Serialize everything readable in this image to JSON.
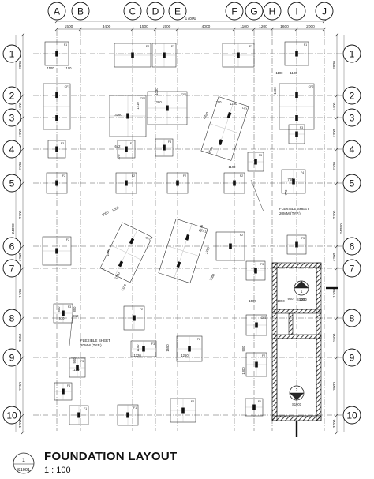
{
  "grid": {
    "cols": [
      {
        "id": "A"
      },
      {
        "id": "B"
      },
      {
        "id": "C"
      },
      {
        "id": "D"
      },
      {
        "id": "E"
      },
      {
        "id": "F"
      },
      {
        "id": "G"
      },
      {
        "id": "H"
      },
      {
        "id": "I"
      },
      {
        "id": "J"
      }
    ],
    "rows": [
      {
        "id": "1"
      },
      {
        "id": "2"
      },
      {
        "id": "3"
      },
      {
        "id": "4"
      },
      {
        "id": "5"
      },
      {
        "id": "6"
      },
      {
        "id": "7"
      },
      {
        "id": "8"
      },
      {
        "id": "9"
      },
      {
        "id": "10"
      }
    ]
  },
  "dimensions": {
    "overall_top": "17800",
    "top": [
      "1500",
      "3400",
      "1500",
      "1500",
      "4000",
      "1100",
      "1200",
      "1600",
      "2000"
    ],
    "left": [
      "2900",
      "1400",
      "1300",
      "2300",
      "2200",
      "4200",
      "1300",
      "3550",
      "2750",
      "3700"
    ],
    "right": [
      "2900",
      "1400",
      "1300",
      "2300",
      "2200",
      "4200",
      "1300",
      "1500",
      "3000",
      "3700"
    ],
    "overall_left": "24050",
    "overall_right": "24050",
    "local": [
      "1100",
      "1100",
      "1100",
      "1100",
      "1210",
      "1030",
      "1280",
      "3260",
      "642",
      "270",
      "1100",
      "1100",
      "2420",
      "1560",
      "1190",
      "1050",
      "1050",
      "1270",
      "1380",
      "1500",
      "1100",
      "1560",
      "1500",
      "700",
      "770",
      "1050",
      "1050",
      "1500",
      "900",
      "1300",
      "800",
      "910",
      "850",
      "910",
      "900",
      "1130",
      "1150",
      "1320",
      "1650",
      "1250",
      "900",
      "1300"
    ]
  },
  "footing_labels": [
    "F1",
    "F2",
    "F3",
    "F4",
    "F5",
    "CF1",
    "CF2",
    "CF3"
  ],
  "notes": [
    {
      "lines": [
        "FLEXIBLE SHEET",
        "20MM (TYP.)"
      ]
    },
    {
      "lines": [
        "FLEXIBLE SHEET",
        "20MM (TYP.)"
      ]
    }
  ],
  "section_refs": [
    {
      "num": "1",
      "sheet": "S1001"
    },
    {
      "num": "2",
      "sheet": "S1001"
    }
  ],
  "drawing": {
    "title": "FOUNDATION LAYOUT",
    "scale": "1 : 100",
    "ref_num": "1",
    "ref_sheet": "S1001"
  }
}
